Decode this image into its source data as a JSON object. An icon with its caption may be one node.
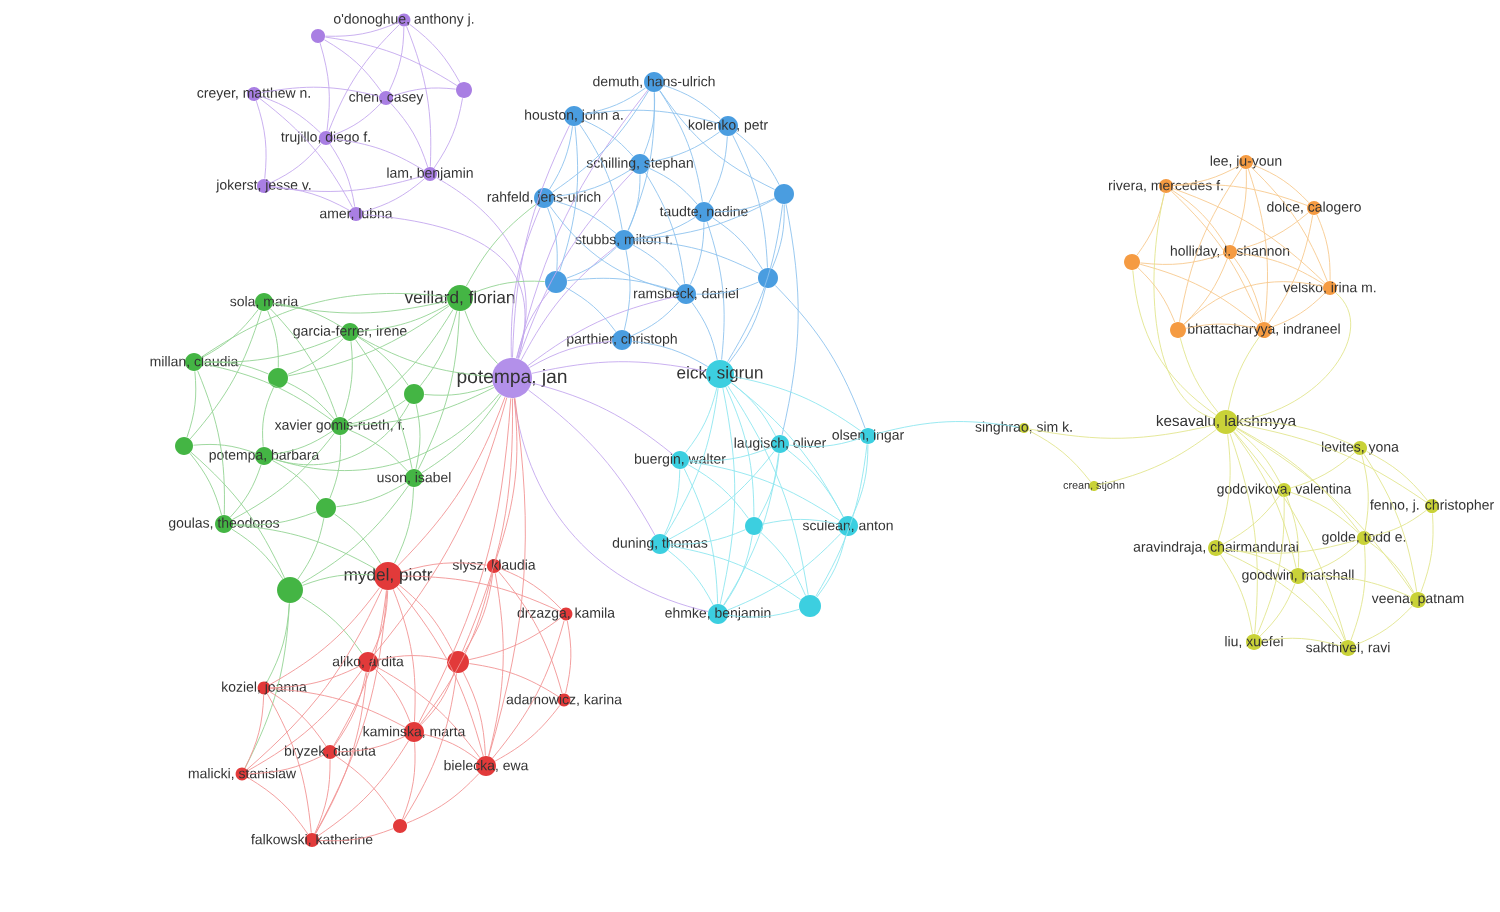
{
  "diagram": {
    "nodes": [
      {
        "text": [
          "o'donoghue, anthony j."
        ]
      },
      {
        "text": [],
        "shape": "circle"
      },
      {
        "text": [
          "creyer, matthew n."
        ]
      },
      {
        "text": [
          "chen, casey"
        ]
      },
      {
        "text": [],
        "shape": "circle"
      },
      {
        "text": [
          "trujillo, diego f."
        ]
      },
      {
        "text": [
          "lam, benjamin"
        ]
      },
      {
        "text": [
          "jokerst, jesse v."
        ]
      },
      {
        "text": [
          "amer, lubna"
        ]
      },
      {
        "text": [
          "demuth, hans-ulrich"
        ]
      },
      {
        "text": [
          "houston, john a."
        ]
      },
      {
        "text": [
          "kolenko, petr"
        ]
      },
      {
        "text": [
          "schilling, stephan"
        ]
      },
      {
        "text": [],
        "shape": "circle"
      },
      {
        "text": [
          "rahfeld, jens-ulrich"
        ]
      },
      {
        "text": [
          "taudte, nadine"
        ]
      },
      {
        "text": [
          "stubbs, milton t."
        ]
      },
      {
        "text": [],
        "shape": "circle"
      },
      {
        "text": [],
        "shape": "circle"
      },
      {
        "text": [
          "ramsbeck, daniel"
        ]
      },
      {
        "text": [
          "parthier, christoph"
        ]
      },
      {
        "text": [
          "veillard, florian"
        ]
      },
      {
        "text": [
          "sola, maria"
        ]
      },
      {
        "text": [
          "garcia-ferrer, irene"
        ]
      },
      {
        "text": [
          "millan, claudia"
        ]
      },
      {
        "text": [],
        "shape": "circle"
      },
      {
        "text": [],
        "shape": "circle"
      },
      {
        "text": [
          "xavier gomis-rueth, f."
        ]
      },
      {
        "text": [],
        "shape": "circle"
      },
      {
        "text": [
          "potempa, barbara"
        ]
      },
      {
        "text": [
          "uson, isabel"
        ]
      },
      {
        "text": [],
        "shape": "circle"
      },
      {
        "text": [
          "goulas, theodoros"
        ]
      },
      {
        "text": [],
        "shape": "circle"
      },
      {
        "text": [
          "potempa, jan"
        ]
      },
      {
        "text": [
          "eick, sigrun"
        ]
      },
      {
        "text": [
          "olsen, ingar"
        ]
      },
      {
        "text": [
          "laugisch, oliver"
        ]
      },
      {
        "text": [
          "buergin, walter"
        ]
      },
      {
        "text": [],
        "shape": "circle"
      },
      {
        "text": [
          "sculean, anton"
        ]
      },
      {
        "text": [
          "duning, thomas"
        ]
      },
      {
        "text": [],
        "shape": "circle"
      },
      {
        "text": [
          "ehmke, benjamin"
        ]
      },
      {
        "text": [
          "mydel, piotr"
        ]
      },
      {
        "text": [
          "slysz, klaudia"
        ]
      },
      {
        "text": [
          "drzazga, kamila"
        ]
      },
      {
        "text": [
          "aliko, ardita"
        ]
      },
      {
        "text": [],
        "shape": "circle"
      },
      {
        "text": [
          "koziel, joanna"
        ]
      },
      {
        "text": [
          "adamowicz, karina"
        ]
      },
      {
        "text": [
          "kaminska, marta"
        ]
      },
      {
        "text": [
          "bryzek, danuta"
        ]
      },
      {
        "text": [
          "bielecka, ewa"
        ]
      },
      {
        "text": [
          "malicki, stanislaw"
        ]
      },
      {
        "text": [],
        "shape": "circle"
      },
      {
        "text": [
          "falkowski, katherine"
        ]
      },
      {
        "text": [
          "lee, ju-youn"
        ]
      },
      {
        "text": [
          "rivera, mercedes f."
        ]
      },
      {
        "text": [
          "dolce, calogero"
        ]
      },
      {
        "text": [
          "holliday, l. shannon"
        ]
      },
      {
        "text": [],
        "shape": "circle"
      },
      {
        "text": [
          "velsko, irina m."
        ]
      },
      {
        "text": [],
        "shape": "circle"
      },
      {
        "text": [
          "bhattacharyya, indraneel"
        ]
      },
      {
        "text": [
          "kesavalu, lakshmyya"
        ]
      },
      {
        "text": [
          "singhrao, sim k."
        ]
      },
      {
        "text": [
          "levites, yona"
        ]
      },
      {
        "text": [
          "crean, stjohn"
        ]
      },
      {
        "text": [
          "godovikova, valentina"
        ]
      },
      {
        "text": [
          "fenno, j. christopher"
        ]
      },
      {
        "text": [
          "golde, todd e."
        ]
      },
      {
        "text": [
          "aravindraja, chairmandurai"
        ]
      },
      {
        "text": [
          "goodwin, marshall"
        ]
      },
      {
        "text": [
          "veena, patnam"
        ]
      },
      {
        "text": [
          "liu, xuefei"
        ]
      },
      {
        "text": [
          "sakthivel, ravi"
        ]
      }
    ],
    "edges": [
      {
        "from": 0,
        "to": 1,
        "arrow": "none",
        "color": "#c4a8ee"
      },
      {
        "from": 0,
        "to": 3,
        "arrow": "none",
        "color": "#c4a8ee"
      },
      {
        "from": 0,
        "to": 4,
        "arrow": "none",
        "color": "#c4a8ee"
      },
      {
        "from": 0,
        "to": 6,
        "arrow": "none",
        "color": "#c4a8ee"
      },
      {
        "from": 1,
        "to": 3,
        "arrow": "none",
        "color": "#c4a8ee"
      },
      {
        "from": 1,
        "to": 4,
        "arrow": "none",
        "color": "#c4a8ee"
      },
      {
        "from": 1,
        "to": 5,
        "arrow": "none",
        "color": "#c4a8ee"
      },
      {
        "from": 2,
        "to": 3,
        "arrow": "none",
        "color": "#c4a8ee"
      },
      {
        "from": 2,
        "to": 5,
        "arrow": "none",
        "color": "#c4a8ee"
      },
      {
        "from": 2,
        "to": 7,
        "arrow": "none",
        "color": "#c4a8ee"
      },
      {
        "from": 2,
        "to": 8,
        "arrow": "none",
        "color": "#c4a8ee"
      },
      {
        "from": 3,
        "to": 4,
        "arrow": "none",
        "color": "#c4a8ee"
      },
      {
        "from": 3,
        "to": 5,
        "arrow": "none",
        "color": "#c4a8ee"
      },
      {
        "from": 3,
        "to": 6,
        "arrow": "none",
        "color": "#c4a8ee"
      },
      {
        "from": 4,
        "to": 6,
        "arrow": "none",
        "color": "#c4a8ee"
      },
      {
        "from": 5,
        "to": 6,
        "arrow": "none",
        "color": "#c4a8ee"
      },
      {
        "from": 5,
        "to": 7,
        "arrow": "none",
        "color": "#c4a8ee"
      },
      {
        "from": 5,
        "to": 8,
        "arrow": "none",
        "color": "#c4a8ee"
      },
      {
        "from": 6,
        "to": 7,
        "arrow": "none",
        "color": "#c4a8ee"
      },
      {
        "from": 6,
        "to": 8,
        "arrow": "none",
        "color": "#c4a8ee"
      },
      {
        "from": 7,
        "to": 8,
        "arrow": "none",
        "color": "#c4a8ee"
      },
      {
        "from": 0,
        "to": 5,
        "arrow": "none",
        "color": "#c4a8ee"
      },
      {
        "from": 34,
        "to": 6,
        "arrow": "none",
        "color": "#c4a8ee"
      },
      {
        "from": 34,
        "to": 8,
        "arrow": "none",
        "color": "#c4a8ee"
      },
      {
        "from": 34,
        "to": 9,
        "arrow": "none",
        "color": "#c4a8ee"
      },
      {
        "from": 34,
        "to": 10,
        "arrow": "none",
        "color": "#c4a8ee"
      },
      {
        "from": 34,
        "to": 12,
        "arrow": "none",
        "color": "#c4a8ee"
      },
      {
        "from": 34,
        "to": 14,
        "arrow": "none",
        "color": "#c4a8ee"
      },
      {
        "from": 34,
        "to": 16,
        "arrow": "none",
        "color": "#c4a8ee"
      },
      {
        "from": 34,
        "to": 18,
        "arrow": "none",
        "color": "#c4a8ee"
      },
      {
        "from": 34,
        "to": 19,
        "arrow": "none",
        "color": "#c4a8ee"
      },
      {
        "from": 34,
        "to": 20,
        "arrow": "none",
        "color": "#c4a8ee"
      },
      {
        "from": 34,
        "to": 35,
        "arrow": "none",
        "color": "#c4a8ee"
      },
      {
        "from": 34,
        "to": 38,
        "arrow": "none",
        "color": "#c4a8ee"
      },
      {
        "from": 34,
        "to": 41,
        "arrow": "none",
        "color": "#c4a8ee"
      },
      {
        "from": 34,
        "to": 43,
        "arrow": "none",
        "color": "#c4a8ee"
      },
      {
        "from": 34,
        "to": 21,
        "arrow": "none",
        "color": "#94d494"
      },
      {
        "from": 34,
        "to": 23,
        "arrow": "none",
        "color": "#94d494"
      },
      {
        "from": 34,
        "to": 26,
        "arrow": "none",
        "color": "#94d494"
      },
      {
        "from": 34,
        "to": 27,
        "arrow": "none",
        "color": "#94d494"
      },
      {
        "from": 34,
        "to": 29,
        "arrow": "none",
        "color": "#94d494"
      },
      {
        "from": 34,
        "to": 30,
        "arrow": "none",
        "color": "#94d494"
      },
      {
        "from": 34,
        "to": 44,
        "arrow": "none",
        "color": "#f29494"
      },
      {
        "from": 34,
        "to": 45,
        "arrow": "none",
        "color": "#f29494"
      },
      {
        "from": 34,
        "to": 47,
        "arrow": "none",
        "color": "#f29494"
      },
      {
        "from": 34,
        "to": 48,
        "arrow": "none",
        "color": "#f29494"
      },
      {
        "from": 34,
        "to": 51,
        "arrow": "none",
        "color": "#f29494"
      },
      {
        "from": 34,
        "to": 53,
        "arrow": "none",
        "color": "#f29494"
      },
      {
        "from": 9,
        "to": 10,
        "arrow": "none",
        "color": "#8ec3ee"
      },
      {
        "from": 9,
        "to": 11,
        "arrow": "none",
        "color": "#8ec3ee"
      },
      {
        "from": 9,
        "to": 12,
        "arrow": "none",
        "color": "#8ec3ee"
      },
      {
        "from": 9,
        "to": 13,
        "arrow": "none",
        "color": "#8ec3ee"
      },
      {
        "from": 9,
        "to": 14,
        "arrow": "none",
        "color": "#8ec3ee"
      },
      {
        "from": 9,
        "to": 15,
        "arrow": "none",
        "color": "#8ec3ee"
      },
      {
        "from": 9,
        "to": 16,
        "arrow": "none",
        "color": "#8ec3ee"
      },
      {
        "from": 10,
        "to": 11,
        "arrow": "none",
        "color": "#8ec3ee"
      },
      {
        "from": 10,
        "to": 12,
        "arrow": "none",
        "color": "#8ec3ee"
      },
      {
        "from": 10,
        "to": 14,
        "arrow": "none",
        "color": "#8ec3ee"
      },
      {
        "from": 10,
        "to": 16,
        "arrow": "none",
        "color": "#8ec3ee"
      },
      {
        "from": 10,
        "to": 18,
        "arrow": "none",
        "color": "#8ec3ee"
      },
      {
        "from": 11,
        "to": 12,
        "arrow": "none",
        "color": "#8ec3ee"
      },
      {
        "from": 11,
        "to": 13,
        "arrow": "none",
        "color": "#8ec3ee"
      },
      {
        "from": 11,
        "to": 15,
        "arrow": "none",
        "color": "#8ec3ee"
      },
      {
        "from": 11,
        "to": 17,
        "arrow": "none",
        "color": "#8ec3ee"
      },
      {
        "from": 12,
        "to": 14,
        "arrow": "none",
        "color": "#8ec3ee"
      },
      {
        "from": 12,
        "to": 15,
        "arrow": "none",
        "color": "#8ec3ee"
      },
      {
        "from": 12,
        "to": 16,
        "arrow": "none",
        "color": "#8ec3ee"
      },
      {
        "from": 12,
        "to": 19,
        "arrow": "none",
        "color": "#8ec3ee"
      },
      {
        "from": 13,
        "to": 15,
        "arrow": "none",
        "color": "#8ec3ee"
      },
      {
        "from": 13,
        "to": 17,
        "arrow": "none",
        "color": "#8ec3ee"
      },
      {
        "from": 13,
        "to": 16,
        "arrow": "none",
        "color": "#8ec3ee"
      },
      {
        "from": 14,
        "to": 16,
        "arrow": "none",
        "color": "#8ec3ee"
      },
      {
        "from": 14,
        "to": 18,
        "arrow": "none",
        "color": "#8ec3ee"
      },
      {
        "from": 14,
        "to": 19,
        "arrow": "none",
        "color": "#8ec3ee"
      },
      {
        "from": 15,
        "to": 16,
        "arrow": "none",
        "color": "#8ec3ee"
      },
      {
        "from": 15,
        "to": 17,
        "arrow": "none",
        "color": "#8ec3ee"
      },
      {
        "from": 15,
        "to": 19,
        "arrow": "none",
        "color": "#8ec3ee"
      },
      {
        "from": 16,
        "to": 18,
        "arrow": "none",
        "color": "#8ec3ee"
      },
      {
        "from": 16,
        "to": 19,
        "arrow": "none",
        "color": "#8ec3ee"
      },
      {
        "from": 16,
        "to": 17,
        "arrow": "none",
        "color": "#8ec3ee"
      },
      {
        "from": 17,
        "to": 19,
        "arrow": "none",
        "color": "#8ec3ee"
      },
      {
        "from": 18,
        "to": 19,
        "arrow": "none",
        "color": "#8ec3ee"
      },
      {
        "from": 18,
        "to": 20,
        "arrow": "none",
        "color": "#8ec3ee"
      },
      {
        "from": 19,
        "to": 20,
        "arrow": "none",
        "color": "#8ec3ee"
      },
      {
        "from": 16,
        "to": 20,
        "arrow": "none",
        "color": "#8ec3ee"
      },
      {
        "from": 19,
        "to": 35,
        "arrow": "none",
        "color": "#8ec3ee"
      },
      {
        "from": 20,
        "to": 35,
        "arrow": "none",
        "color": "#8ec3ee"
      },
      {
        "from": 17,
        "to": 35,
        "arrow": "none",
        "color": "#8ec3ee"
      },
      {
        "from": 13,
        "to": 35,
        "arrow": "none",
        "color": "#8ec3ee"
      },
      {
        "from": 15,
        "to": 35,
        "arrow": "none",
        "color": "#8ec3ee"
      },
      {
        "from": 17,
        "to": 36,
        "arrow": "none",
        "color": "#8ec3ee"
      },
      {
        "from": 13,
        "to": 37,
        "arrow": "none",
        "color": "#8ec3ee"
      },
      {
        "from": 21,
        "to": 22,
        "arrow": "none",
        "color": "#94d494"
      },
      {
        "from": 21,
        "to": 23,
        "arrow": "none",
        "color": "#94d494"
      },
      {
        "from": 21,
        "to": 24,
        "arrow": "none",
        "color": "#94d494"
      },
      {
        "from": 21,
        "to": 25,
        "arrow": "none",
        "color": "#94d494"
      },
      {
        "from": 21,
        "to": 26,
        "arrow": "none",
        "color": "#94d494"
      },
      {
        "from": 21,
        "to": 27,
        "arrow": "none",
        "color": "#94d494"
      },
      {
        "from": 21,
        "to": 30,
        "arrow": "none",
        "color": "#94d494"
      },
      {
        "from": 22,
        "to": 23,
        "arrow": "none",
        "color": "#94d494"
      },
      {
        "from": 22,
        "to": 24,
        "arrow": "none",
        "color": "#94d494"
      },
      {
        "from": 22,
        "to": 25,
        "arrow": "none",
        "color": "#94d494"
      },
      {
        "from": 22,
        "to": 27,
        "arrow": "none",
        "color": "#94d494"
      },
      {
        "from": 22,
        "to": 28,
        "arrow": "none",
        "color": "#94d494"
      },
      {
        "from": 23,
        "to": 24,
        "arrow": "none",
        "color": "#94d494"
      },
      {
        "from": 23,
        "to": 25,
        "arrow": "none",
        "color": "#94d494"
      },
      {
        "from": 23,
        "to": 26,
        "arrow": "none",
        "color": "#94d494"
      },
      {
        "from": 23,
        "to": 27,
        "arrow": "none",
        "color": "#94d494"
      },
      {
        "from": 23,
        "to": 30,
        "arrow": "none",
        "color": "#94d494"
      },
      {
        "from": 24,
        "to": 25,
        "arrow": "none",
        "color": "#94d494"
      },
      {
        "from": 24,
        "to": 27,
        "arrow": "none",
        "color": "#94d494"
      },
      {
        "from": 24,
        "to": 28,
        "arrow": "none",
        "color": "#94d494"
      },
      {
        "from": 24,
        "to": 32,
        "arrow": "none",
        "color": "#94d494"
      },
      {
        "from": 25,
        "to": 27,
        "arrow": "none",
        "color": "#94d494"
      },
      {
        "from": 25,
        "to": 29,
        "arrow": "none",
        "color": "#94d494"
      },
      {
        "from": 26,
        "to": 27,
        "arrow": "none",
        "color": "#94d494"
      },
      {
        "from": 26,
        "to": 30,
        "arrow": "none",
        "color": "#94d494"
      },
      {
        "from": 26,
        "to": 29,
        "arrow": "none",
        "color": "#94d494"
      },
      {
        "from": 27,
        "to": 29,
        "arrow": "none",
        "color": "#94d494"
      },
      {
        "from": 27,
        "to": 30,
        "arrow": "none",
        "color": "#94d494"
      },
      {
        "from": 27,
        "to": 31,
        "arrow": "none",
        "color": "#94d494"
      },
      {
        "from": 27,
        "to": 32,
        "arrow": "none",
        "color": "#94d494"
      },
      {
        "from": 28,
        "to": 29,
        "arrow": "none",
        "color": "#94d494"
      },
      {
        "from": 28,
        "to": 32,
        "arrow": "none",
        "color": "#94d494"
      },
      {
        "from": 28,
        "to": 33,
        "arrow": "none",
        "color": "#94d494"
      },
      {
        "from": 29,
        "to": 31,
        "arrow": "none",
        "color": "#94d494"
      },
      {
        "from": 29,
        "to": 32,
        "arrow": "none",
        "color": "#94d494"
      },
      {
        "from": 30,
        "to": 31,
        "arrow": "none",
        "color": "#94d494"
      },
      {
        "from": 30,
        "to": 33,
        "arrow": "none",
        "color": "#94d494"
      },
      {
        "from": 31,
        "to": 32,
        "arrow": "none",
        "color": "#94d494"
      },
      {
        "from": 31,
        "to": 33,
        "arrow": "none",
        "color": "#94d494"
      },
      {
        "from": 32,
        "to": 33,
        "arrow": "none",
        "color": "#94d494"
      },
      {
        "from": 21,
        "to": 14,
        "arrow": "none",
        "color": "#94d494"
      },
      {
        "from": 21,
        "to": 18,
        "arrow": "none",
        "color": "#94d494"
      },
      {
        "from": 33,
        "to": 44,
        "arrow": "none",
        "color": "#94d494"
      },
      {
        "from": 33,
        "to": 47,
        "arrow": "none",
        "color": "#94d494"
      },
      {
        "from": 33,
        "to": 49,
        "arrow": "none",
        "color": "#94d494"
      },
      {
        "from": 33,
        "to": 54,
        "arrow": "none",
        "color": "#94d494"
      },
      {
        "from": 32,
        "to": 44,
        "arrow": "none",
        "color": "#94d494"
      },
      {
        "from": 31,
        "to": 44,
        "arrow": "none",
        "color": "#94d494"
      },
      {
        "from": 30,
        "to": 44,
        "arrow": "none",
        "color": "#94d494"
      },
      {
        "from": 35,
        "to": 36,
        "arrow": "none",
        "color": "#8ee6ef"
      },
      {
        "from": 35,
        "to": 37,
        "arrow": "none",
        "color": "#8ee6ef"
      },
      {
        "from": 35,
        "to": 38,
        "arrow": "none",
        "color": "#8ee6ef"
      },
      {
        "from": 35,
        "to": 39,
        "arrow": "none",
        "color": "#8ee6ef"
      },
      {
        "from": 35,
        "to": 40,
        "arrow": "none",
        "color": "#8ee6ef"
      },
      {
        "from": 35,
        "to": 41,
        "arrow": "none",
        "color": "#8ee6ef"
      },
      {
        "from": 35,
        "to": 42,
        "arrow": "none",
        "color": "#8ee6ef"
      },
      {
        "from": 35,
        "to": 43,
        "arrow": "none",
        "color": "#8ee6ef"
      },
      {
        "from": 36,
        "to": 37,
        "arrow": "none",
        "color": "#8ee6ef"
      },
      {
        "from": 36,
        "to": 40,
        "arrow": "none",
        "color": "#8ee6ef"
      },
      {
        "from": 36,
        "to": 42,
        "arrow": "none",
        "color": "#8ee6ef"
      },
      {
        "from": 37,
        "to": 38,
        "arrow": "none",
        "color": "#8ee6ef"
      },
      {
        "from": 37,
        "to": 39,
        "arrow": "none",
        "color": "#8ee6ef"
      },
      {
        "from": 37,
        "to": 40,
        "arrow": "none",
        "color": "#8ee6ef"
      },
      {
        "from": 37,
        "to": 41,
        "arrow": "none",
        "color": "#8ee6ef"
      },
      {
        "from": 37,
        "to": 43,
        "arrow": "none",
        "color": "#8ee6ef"
      },
      {
        "from": 38,
        "to": 39,
        "arrow": "none",
        "color": "#8ee6ef"
      },
      {
        "from": 38,
        "to": 41,
        "arrow": "none",
        "color": "#8ee6ef"
      },
      {
        "from": 38,
        "to": 43,
        "arrow": "none",
        "color": "#8ee6ef"
      },
      {
        "from": 38,
        "to": 40,
        "arrow": "none",
        "color": "#8ee6ef"
      },
      {
        "from": 39,
        "to": 40,
        "arrow": "none",
        "color": "#8ee6ef"
      },
      {
        "from": 39,
        "to": 41,
        "arrow": "none",
        "color": "#8ee6ef"
      },
      {
        "from": 39,
        "to": 42,
        "arrow": "none",
        "color": "#8ee6ef"
      },
      {
        "from": 39,
        "to": 43,
        "arrow": "none",
        "color": "#8ee6ef"
      },
      {
        "from": 40,
        "to": 42,
        "arrow": "none",
        "color": "#8ee6ef"
      },
      {
        "from": 40,
        "to": 43,
        "arrow": "none",
        "color": "#8ee6ef"
      },
      {
        "from": 41,
        "to": 42,
        "arrow": "none",
        "color": "#8ee6ef"
      },
      {
        "from": 41,
        "to": 43,
        "arrow": "none",
        "color": "#8ee6ef"
      },
      {
        "from": 42,
        "to": 43,
        "arrow": "none",
        "color": "#8ee6ef"
      },
      {
        "from": 36,
        "to": 66,
        "arrow": "none",
        "color": "#8ee6ef"
      },
      {
        "from": 44,
        "to": 45,
        "arrow": "none",
        "color": "#f29494"
      },
      {
        "from": 44,
        "to": 46,
        "arrow": "none",
        "color": "#f29494"
      },
      {
        "from": 44,
        "to": 47,
        "arrow": "none",
        "color": "#f29494"
      },
      {
        "from": 44,
        "to": 48,
        "arrow": "none",
        "color": "#f29494"
      },
      {
        "from": 44,
        "to": 49,
        "arrow": "none",
        "color": "#f29494"
      },
      {
        "from": 44,
        "to": 51,
        "arrow": "none",
        "color": "#f29494"
      },
      {
        "from": 44,
        "to": 52,
        "arrow": "none",
        "color": "#f29494"
      },
      {
        "from": 44,
        "to": 53,
        "arrow": "none",
        "color": "#f29494"
      },
      {
        "from": 44,
        "to": 54,
        "arrow": "none",
        "color": "#f29494"
      },
      {
        "from": 44,
        "to": 56,
        "arrow": "none",
        "color": "#f29494"
      },
      {
        "from": 45,
        "to": 46,
        "arrow": "none",
        "color": "#f29494"
      },
      {
        "from": 45,
        "to": 48,
        "arrow": "none",
        "color": "#f29494"
      },
      {
        "from": 45,
        "to": 50,
        "arrow": "none",
        "color": "#f29494"
      },
      {
        "from": 45,
        "to": 51,
        "arrow": "none",
        "color": "#f29494"
      },
      {
        "from": 45,
        "to": 53,
        "arrow": "none",
        "color": "#f29494"
      },
      {
        "from": 46,
        "to": 48,
        "arrow": "none",
        "color": "#f29494"
      },
      {
        "from": 46,
        "to": 50,
        "arrow": "none",
        "color": "#f29494"
      },
      {
        "from": 46,
        "to": 53,
        "arrow": "none",
        "color": "#f29494"
      },
      {
        "from": 47,
        "to": 48,
        "arrow": "none",
        "color": "#f29494"
      },
      {
        "from": 47,
        "to": 49,
        "arrow": "none",
        "color": "#f29494"
      },
      {
        "from": 47,
        "to": 51,
        "arrow": "none",
        "color": "#f29494"
      },
      {
        "from": 47,
        "to": 52,
        "arrow": "none",
        "color": "#f29494"
      },
      {
        "from": 47,
        "to": 53,
        "arrow": "none",
        "color": "#f29494"
      },
      {
        "from": 47,
        "to": 54,
        "arrow": "none",
        "color": "#f29494"
      },
      {
        "from": 47,
        "to": 56,
        "arrow": "none",
        "color": "#f29494"
      },
      {
        "from": 48,
        "to": 50,
        "arrow": "none",
        "color": "#f29494"
      },
      {
        "from": 48,
        "to": 51,
        "arrow": "none",
        "color": "#f29494"
      },
      {
        "from": 48,
        "to": 53,
        "arrow": "none",
        "color": "#f29494"
      },
      {
        "from": 48,
        "to": 55,
        "arrow": "none",
        "color": "#f29494"
      },
      {
        "from": 49,
        "to": 51,
        "arrow": "none",
        "color": "#f29494"
      },
      {
        "from": 49,
        "to": 52,
        "arrow": "none",
        "color": "#f29494"
      },
      {
        "from": 49,
        "to": 54,
        "arrow": "none",
        "color": "#f29494"
      },
      {
        "from": 49,
        "to": 56,
        "arrow": "none",
        "color": "#f29494"
      },
      {
        "from": 50,
        "to": 53,
        "arrow": "none",
        "color": "#f29494"
      },
      {
        "from": 51,
        "to": 52,
        "arrow": "none",
        "color": "#f29494"
      },
      {
        "from": 51,
        "to": 53,
        "arrow": "none",
        "color": "#f29494"
      },
      {
        "from": 51,
        "to": 55,
        "arrow": "none",
        "color": "#f29494"
      },
      {
        "from": 51,
        "to": 56,
        "arrow": "none",
        "color": "#f29494"
      },
      {
        "from": 52,
        "to": 54,
        "arrow": "none",
        "color": "#f29494"
      },
      {
        "from": 52,
        "to": 56,
        "arrow": "none",
        "color": "#f29494"
      },
      {
        "from": 52,
        "to": 55,
        "arrow": "none",
        "color": "#f29494"
      },
      {
        "from": 53,
        "to": 55,
        "arrow": "none",
        "color": "#f29494"
      },
      {
        "from": 54,
        "to": 56,
        "arrow": "none",
        "color": "#f29494"
      },
      {
        "from": 55,
        "to": 56,
        "arrow": "none",
        "color": "#f29494"
      },
      {
        "from": 57,
        "to": 58,
        "arrow": "none",
        "color": "#f7c98e"
      },
      {
        "from": 57,
        "to": 59,
        "arrow": "none",
        "color": "#f7c98e"
      },
      {
        "from": 57,
        "to": 60,
        "arrow": "none",
        "color": "#f7c98e"
      },
      {
        "from": 57,
        "to": 62,
        "arrow": "none",
        "color": "#f7c98e"
      },
      {
        "from": 57,
        "to": 63,
        "arrow": "none",
        "color": "#f7c98e"
      },
      {
        "from": 57,
        "to": 64,
        "arrow": "none",
        "color": "#f7c98e"
      },
      {
        "from": 58,
        "to": 59,
        "arrow": "none",
        "color": "#f7c98e"
      },
      {
        "from": 58,
        "to": 60,
        "arrow": "none",
        "color": "#f7c98e"
      },
      {
        "from": 58,
        "to": 61,
        "arrow": "none",
        "color": "#f7c98e"
      },
      {
        "from": 58,
        "to": 62,
        "arrow": "none",
        "color": "#f7c98e"
      },
      {
        "from": 58,
        "to": 64,
        "arrow": "none",
        "color": "#f7c98e"
      },
      {
        "from": 59,
        "to": 60,
        "arrow": "none",
        "color": "#f7c98e"
      },
      {
        "from": 59,
        "to": 62,
        "arrow": "none",
        "color": "#f7c98e"
      },
      {
        "from": 59,
        "to": 64,
        "arrow": "none",
        "color": "#f7c98e"
      },
      {
        "from": 60,
        "to": 61,
        "arrow": "none",
        "color": "#f7c98e"
      },
      {
        "from": 60,
        "to": 62,
        "arrow": "none",
        "color": "#f7c98e"
      },
      {
        "from": 60,
        "to": 63,
        "arrow": "none",
        "color": "#f7c98e"
      },
      {
        "from": 60,
        "to": 64,
        "arrow": "none",
        "color": "#f7c98e"
      },
      {
        "from": 61,
        "to": 63,
        "arrow": "none",
        "color": "#f7c98e"
      },
      {
        "from": 61,
        "to": 64,
        "arrow": "none",
        "color": "#f7c98e"
      },
      {
        "from": 62,
        "to": 63,
        "arrow": "none",
        "color": "#f7c98e"
      },
      {
        "from": 62,
        "to": 64,
        "arrow": "none",
        "color": "#f7c98e"
      },
      {
        "from": 63,
        "to": 64,
        "arrow": "none",
        "color": "#f7c98e"
      },
      {
        "from": 65,
        "to": 58,
        "arrow": "none",
        "color": "#e2e58e"
      },
      {
        "from": 65,
        "to": 61,
        "arrow": "none",
        "color": "#e2e58e"
      },
      {
        "from": 65,
        "to": 62,
        "arrow": "none",
        "color": "#e2e58e"
      },
      {
        "from": 65,
        "to": 63,
        "arrow": "none",
        "color": "#e2e58e"
      },
      {
        "from": 65,
        "to": 64,
        "arrow": "none",
        "color": "#e2e58e"
      },
      {
        "from": 65,
        "to": 66,
        "arrow": "none",
        "color": "#e2e58e"
      },
      {
        "from": 65,
        "to": 68,
        "arrow": "none",
        "color": "#e2e58e"
      },
      {
        "from": 66,
        "to": 68,
        "arrow": "none",
        "color": "#e2e58e"
      },
      {
        "from": 65,
        "to": 67,
        "arrow": "none",
        "color": "#e2e58e"
      },
      {
        "from": 65,
        "to": 69,
        "arrow": "none",
        "color": "#e2e58e"
      },
      {
        "from": 65,
        "to": 70,
        "arrow": "none",
        "color": "#e2e58e"
      },
      {
        "from": 65,
        "to": 71,
        "arrow": "none",
        "color": "#e2e58e"
      },
      {
        "from": 65,
        "to": 72,
        "arrow": "none",
        "color": "#e2e58e"
      },
      {
        "from": 65,
        "to": 73,
        "arrow": "none",
        "color": "#e2e58e"
      },
      {
        "from": 65,
        "to": 74,
        "arrow": "none",
        "color": "#e2e58e"
      },
      {
        "from": 65,
        "to": 75,
        "arrow": "none",
        "color": "#e2e58e"
      },
      {
        "from": 65,
        "to": 76,
        "arrow": "none",
        "color": "#e2e58e"
      },
      {
        "from": 67,
        "to": 69,
        "arrow": "none",
        "color": "#e2e58e"
      },
      {
        "from": 67,
        "to": 70,
        "arrow": "none",
        "color": "#e2e58e"
      },
      {
        "from": 67,
        "to": 71,
        "arrow": "none",
        "color": "#e2e58e"
      },
      {
        "from": 67,
        "to": 74,
        "arrow": "none",
        "color": "#e2e58e"
      },
      {
        "from": 69,
        "to": 71,
        "arrow": "none",
        "color": "#e2e58e"
      },
      {
        "from": 69,
        "to": 72,
        "arrow": "none",
        "color": "#e2e58e"
      },
      {
        "from": 69,
        "to": 73,
        "arrow": "none",
        "color": "#e2e58e"
      },
      {
        "from": 69,
        "to": 75,
        "arrow": "none",
        "color": "#e2e58e"
      },
      {
        "from": 70,
        "to": 71,
        "arrow": "none",
        "color": "#e2e58e"
      },
      {
        "from": 70,
        "to": 74,
        "arrow": "none",
        "color": "#e2e58e"
      },
      {
        "from": 71,
        "to": 72,
        "arrow": "none",
        "color": "#e2e58e"
      },
      {
        "from": 71,
        "to": 73,
        "arrow": "none",
        "color": "#e2e58e"
      },
      {
        "from": 71,
        "to": 74,
        "arrow": "none",
        "color": "#e2e58e"
      },
      {
        "from": 71,
        "to": 76,
        "arrow": "none",
        "color": "#e2e58e"
      },
      {
        "from": 72,
        "to": 73,
        "arrow": "none",
        "color": "#e2e58e"
      },
      {
        "from": 72,
        "to": 75,
        "arrow": "none",
        "color": "#e2e58e"
      },
      {
        "from": 72,
        "to": 76,
        "arrow": "none",
        "color": "#e2e58e"
      },
      {
        "from": 73,
        "to": 74,
        "arrow": "none",
        "color": "#e2e58e"
      },
      {
        "from": 73,
        "to": 75,
        "arrow": "none",
        "color": "#e2e58e"
      },
      {
        "from": 73,
        "to": 76,
        "arrow": "none",
        "color": "#e2e58e"
      },
      {
        "from": 74,
        "to": 76,
        "arrow": "none",
        "color": "#e2e58e"
      },
      {
        "from": 75,
        "to": 76,
        "arrow": "none",
        "color": "#e2e58e"
      }
    ]
  }
}
